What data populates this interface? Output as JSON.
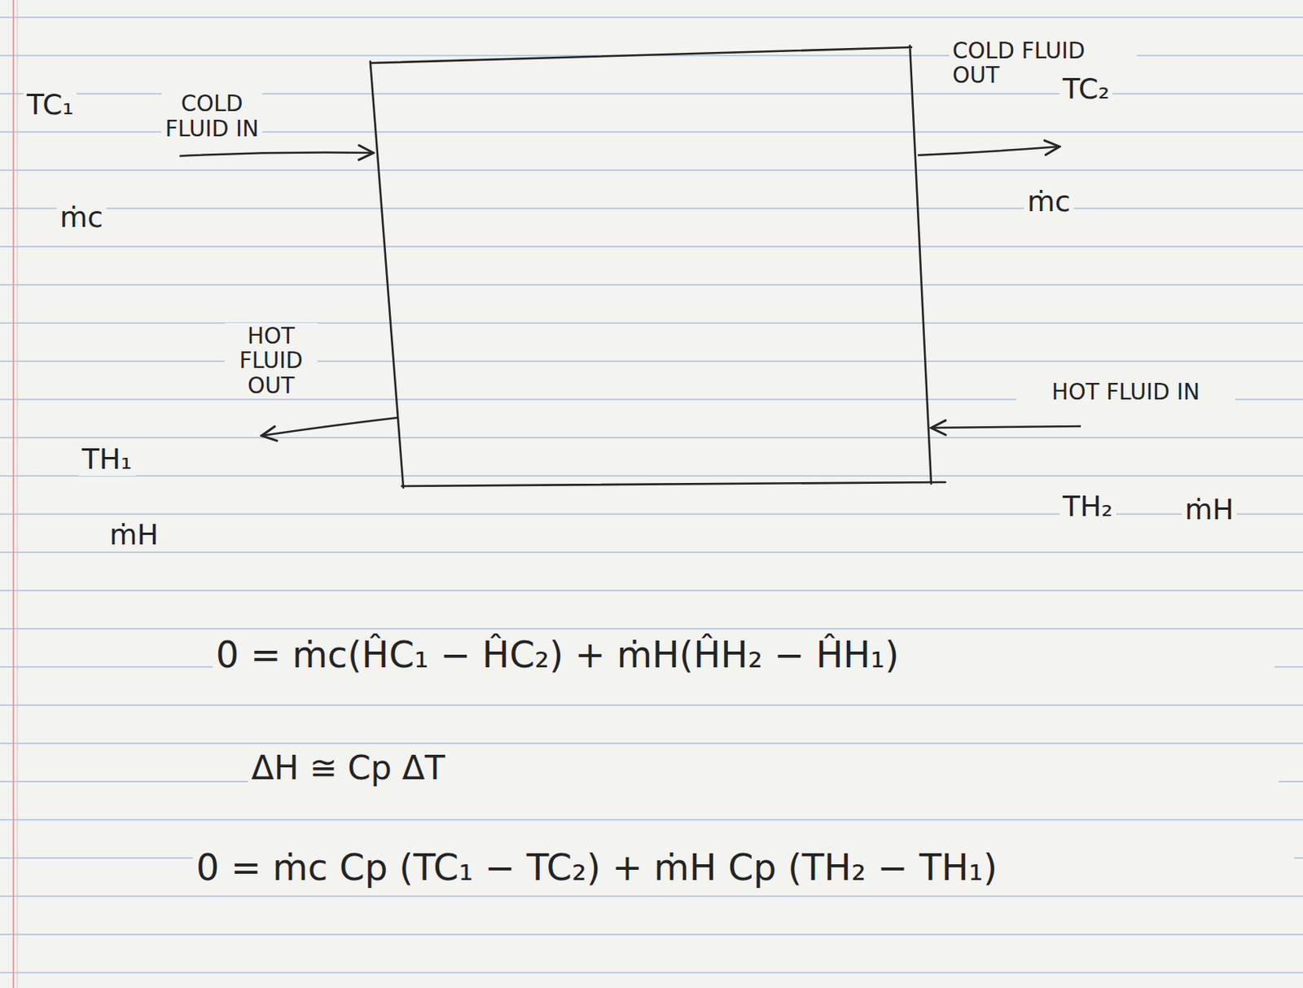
{
  "diagram": {
    "labels": [
      "TC₁",
      "COLD FLUID IN",
      "ṁc",
      "COLD FLUID OUT",
      "TC₂",
      "ṁc",
      "HOT FLUID OUT",
      "TH₁",
      "ṁH",
      "HOT FLUID IN",
      "TH₂",
      "ṁH",
      "0 = ṁc(ĤC₁ − ĤC₂) + ṁH(ĤH₂ − ĤH₁)",
      "ΔH ≅ Cp ΔT",
      "0 = ṁc Cp (TC₁ − TC₂) + ṁH Cp (TH₂ − TH₁)"
    ]
  }
}
